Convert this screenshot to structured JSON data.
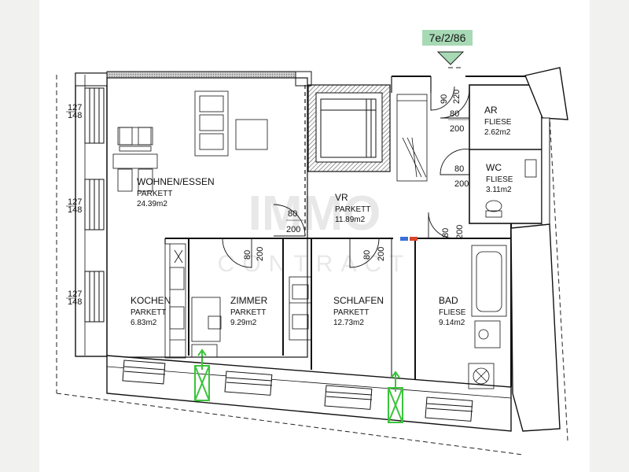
{
  "plan": {
    "code": "7e/2/86",
    "watermark_line1": "IMMO",
    "watermark_line2": "CONTRACT"
  },
  "rooms": [
    {
      "id": "wohnen",
      "name": "WOHNEN/ESSEN",
      "floor": "PARKETT",
      "area": "24.39m2"
    },
    {
      "id": "vr",
      "name": "VR",
      "floor": "PARKETT",
      "area": "11.89m2"
    },
    {
      "id": "ar",
      "name": "AR",
      "floor": "FLIESE",
      "area": "2.62m2"
    },
    {
      "id": "wc",
      "name": "WC",
      "floor": "FLIESE",
      "area": "3.11m2"
    },
    {
      "id": "kochen",
      "name": "KOCHEN",
      "floor": "PARKETT",
      "area": "6.83m2"
    },
    {
      "id": "zimmer",
      "name": "ZIMMER",
      "floor": "PARKETT",
      "area": "9.29m2"
    },
    {
      "id": "schlafen",
      "name": "SCHLAFEN",
      "floor": "PARKETT",
      "area": "12.73m2"
    },
    {
      "id": "bad",
      "name": "BAD",
      "floor": "FLIESE",
      "area": "9.14m2"
    }
  ],
  "doors": [
    {
      "id": "door-wohnen",
      "width": "80",
      "height": "200"
    },
    {
      "id": "door-ar",
      "width": "80",
      "height": "200"
    },
    {
      "id": "door-wc",
      "width": "80",
      "height": "200"
    },
    {
      "id": "door-zimmer",
      "width": "80",
      "height": "200"
    },
    {
      "id": "door-schlafen",
      "width": "80",
      "height": "200"
    },
    {
      "id": "door-bad",
      "width": "80",
      "height": "200"
    },
    {
      "id": "door-entrance",
      "width": "90",
      "height": "220"
    }
  ],
  "windows": [
    {
      "id": "window-1",
      "width": "127",
      "height": "148"
    },
    {
      "id": "window-2",
      "width": "127",
      "height": "148"
    },
    {
      "id": "window-3",
      "width": "127",
      "height": "148"
    }
  ]
}
